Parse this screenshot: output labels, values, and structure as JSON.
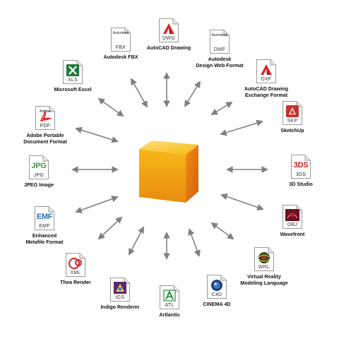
{
  "center": {
    "name": "cube-3d-object"
  },
  "formats": [
    {
      "id": "fbx",
      "ext": "FBX",
      "brand": "Autodesk",
      "label": "Autodesk FBX",
      "icon": "autodesk-fbx-doc-icon"
    },
    {
      "id": "dwg",
      "ext": "DWG",
      "brand": "",
      "label": "AutoCAD Drawing",
      "icon": "autocad-a-icon"
    },
    {
      "id": "dwf",
      "ext": "DWF",
      "brand": "Autodesk",
      "label": "Autodesk\nDesign Web Format",
      "icon": "autodesk-dwf-doc-icon"
    },
    {
      "id": "dxf",
      "ext": "DXF",
      "brand": "",
      "label": "AutoCAD Drawing\nExchange Format",
      "icon": "autocad-a-icon"
    },
    {
      "id": "skp",
      "ext": "SKP",
      "brand": "",
      "label": "SketchUp",
      "icon": "sketchup-icon"
    },
    {
      "id": "3ds",
      "ext": "3DS",
      "brand": "",
      "label": "3D Studio",
      "icon": "3ds-text-icon",
      "glyph": "3DS"
    },
    {
      "id": "obj",
      "ext": "OBJ",
      "brand": "",
      "label": "Wavefront",
      "icon": "wavefront-logo-icon"
    },
    {
      "id": "wrl",
      "ext": "WRL",
      "brand": "",
      "label": "Virtual Reality\nModeling Language",
      "icon": "vrml-globe-icon"
    },
    {
      "id": "c4d",
      "ext": "C4D",
      "brand": "",
      "label": "CINEMA 4D",
      "icon": "cinema4d-sphere-icon"
    },
    {
      "id": "atl",
      "ext": "ATL",
      "brand": "",
      "label": "Artlantis",
      "icon": "artlantis-icon"
    },
    {
      "id": "igs",
      "ext": "IGS",
      "brand": "",
      "label": "Indigo Renderer",
      "icon": "indigo-renderer-icon"
    },
    {
      "id": "xml",
      "ext": "XML",
      "brand": "",
      "label": "Thea Render",
      "icon": "thea-render-icon"
    },
    {
      "id": "emf",
      "ext": "EMF",
      "brand": "",
      "label": "Enhanced\nMetafile Format",
      "icon": "emf-text-icon",
      "glyph": "EMF"
    },
    {
      "id": "jpg",
      "ext": "JPG",
      "brand": "",
      "label": "JPEG Image",
      "icon": "jpg-text-icon",
      "glyph": "JPG"
    },
    {
      "id": "pdf",
      "ext": "PDF",
      "brand": "Adobe",
      "label": "Adobe Portable\nDocument Format",
      "icon": "adobe-pdf-icon"
    },
    {
      "id": "xls",
      "ext": "XLS",
      "brand": "",
      "label": "Microsoft Excel",
      "icon": "excel-x-icon"
    }
  ],
  "colors": {
    "arrow": "#808080",
    "cube_top": "#f7c21a",
    "cube_left": "#f2a512",
    "cube_right": "#e07a10",
    "autocad_red": "#d9262a",
    "excel_green": "#1e7a3c",
    "jpg_green": "#3a9a3a",
    "emf_blue": "#2a6fb0",
    "threeds_red": "#c81e1e"
  }
}
